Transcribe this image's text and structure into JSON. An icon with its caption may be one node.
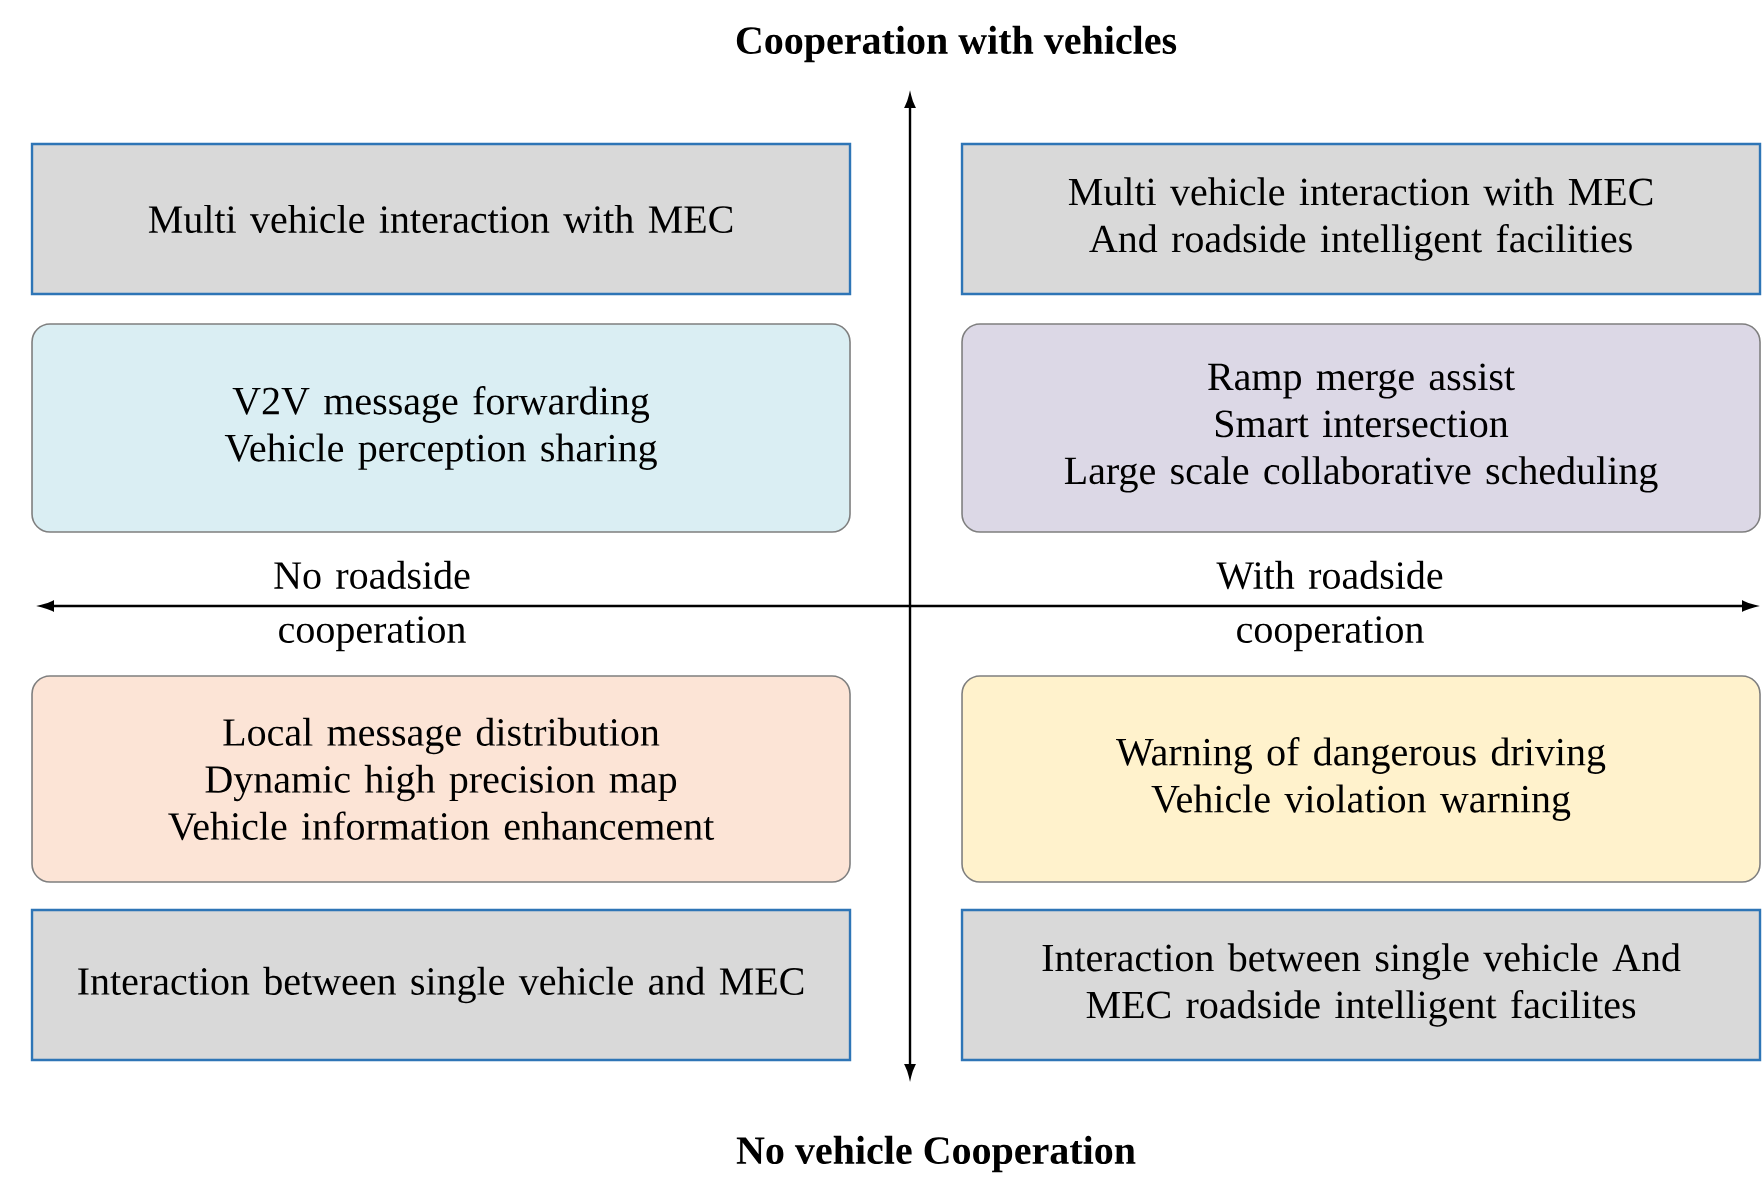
{
  "diagram": {
    "title": "Cooperation with vehicles",
    "nodes": [
      {
        "text": [
          "Multi vehicle interaction with MEC"
        ]
      },
      {
        "text": [
          "Multi vehicle interaction with MEC And roadside intelligent facilities"
        ]
      },
      {
        "text": [
          "V2V message forwarding",
          "Vehicle perception sharing"
        ]
      },
      {
        "text": [
          "Ramp merge assist",
          "Smart intersection",
          "Large scale collaborative scheduling"
        ]
      },
      {
        "text": [
          "Local message distribution",
          "Dynamic high precision map",
          "Vehicle information enhancement"
        ]
      },
      {
        "text": [
          "Warning of dangerous driving",
          "Vehicle violation warning"
        ]
      },
      {
        "text": [
          "Interaction between single vehicle and MEC"
        ]
      },
      {
        "text": [
          "Interaction between single vehicle And MEC roadside intelligent facilites"
        ]
      }
    ],
    "labels": [
      "No roadside cooperation",
      "With roadside cooperation",
      "No vehicle Cooperation"
    ]
  }
}
